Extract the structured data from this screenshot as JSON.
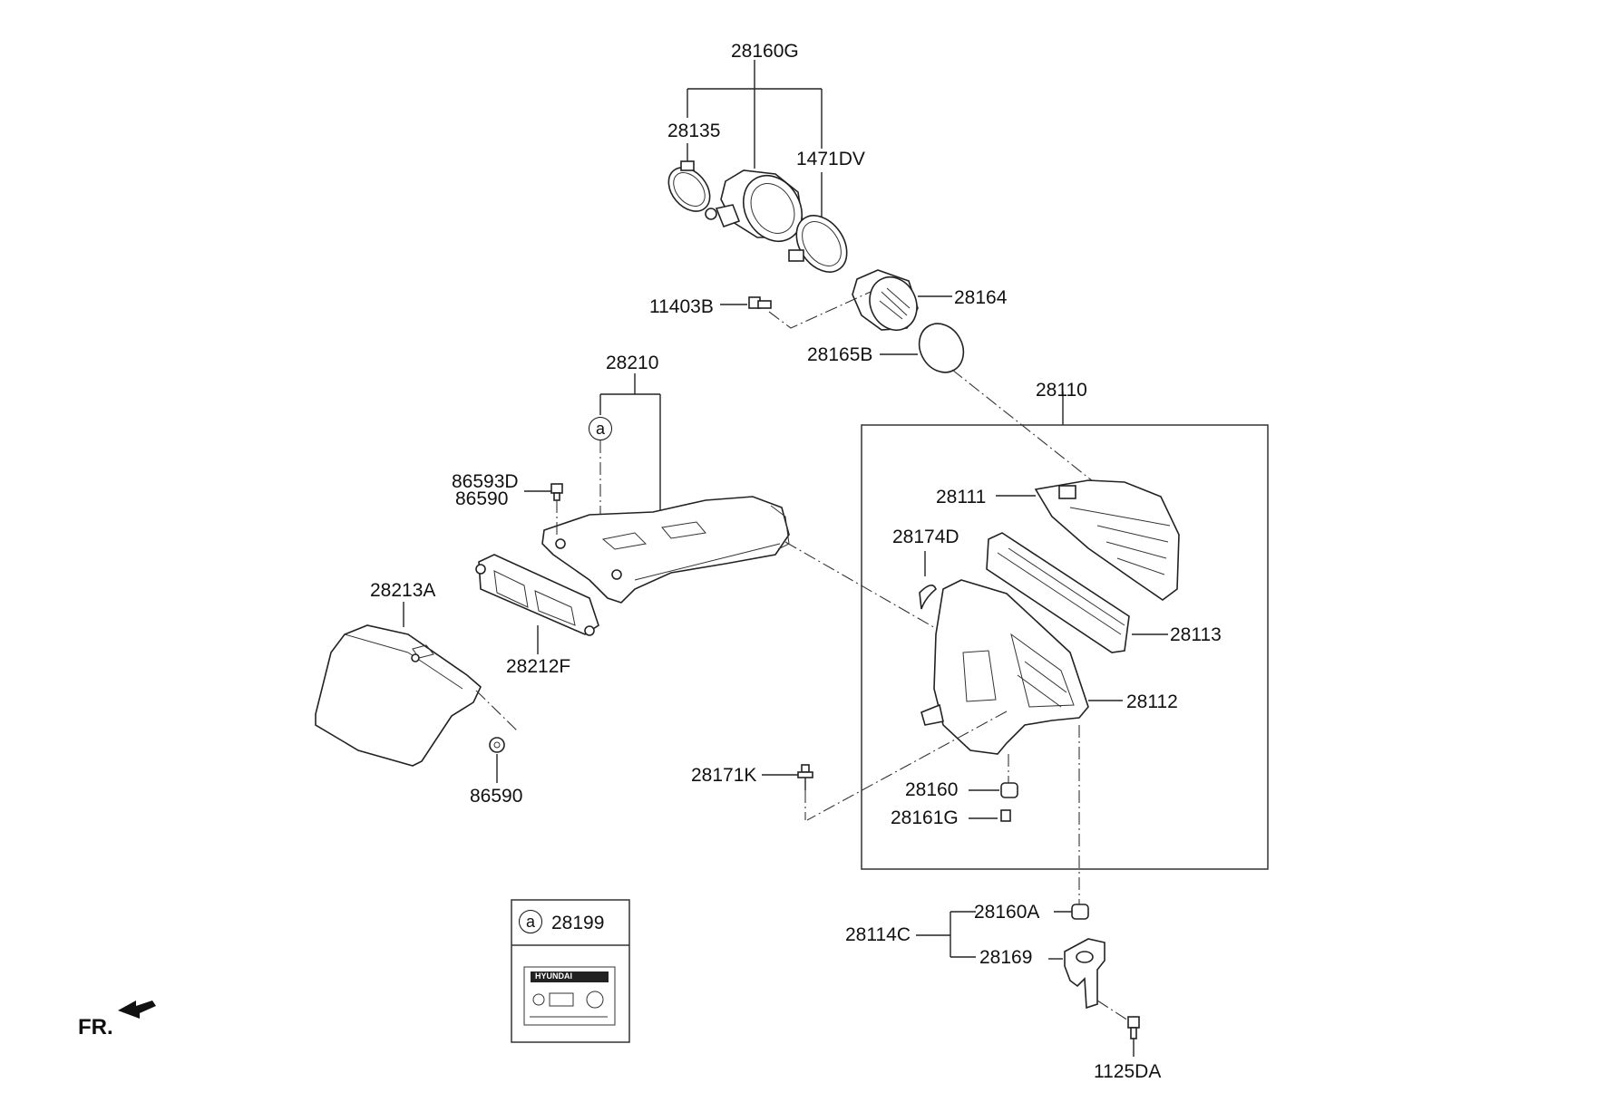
{
  "labels": {
    "p28160G": "28160G",
    "p28135": "28135",
    "p1471DV": "1471DV",
    "p11403B": "11403B",
    "p28164": "28164",
    "p28165B": "28165B",
    "p28210": "28210",
    "p28110": "28110",
    "p86593D": "86593D",
    "p86590a": "86590",
    "p28111": "28111",
    "p28174D": "28174D",
    "p28213A": "28213A",
    "p28113": "28113",
    "p28212F": "28212F",
    "p28112": "28112",
    "p28171K": "28171K",
    "p28160": "28160",
    "p86590b": "86590",
    "p28161G": "28161G",
    "p28160A": "28160A",
    "p28114C": "28114C",
    "p28169": "28169",
    "p1125DA": "1125DA",
    "p28199": "28199",
    "fr": "FR."
  },
  "reference_marker": "a",
  "sticker": {
    "brand": "HYUNDAI"
  },
  "icons": [
    "front-direction-arrow-icon",
    "hyundai-logo-icon"
  ]
}
